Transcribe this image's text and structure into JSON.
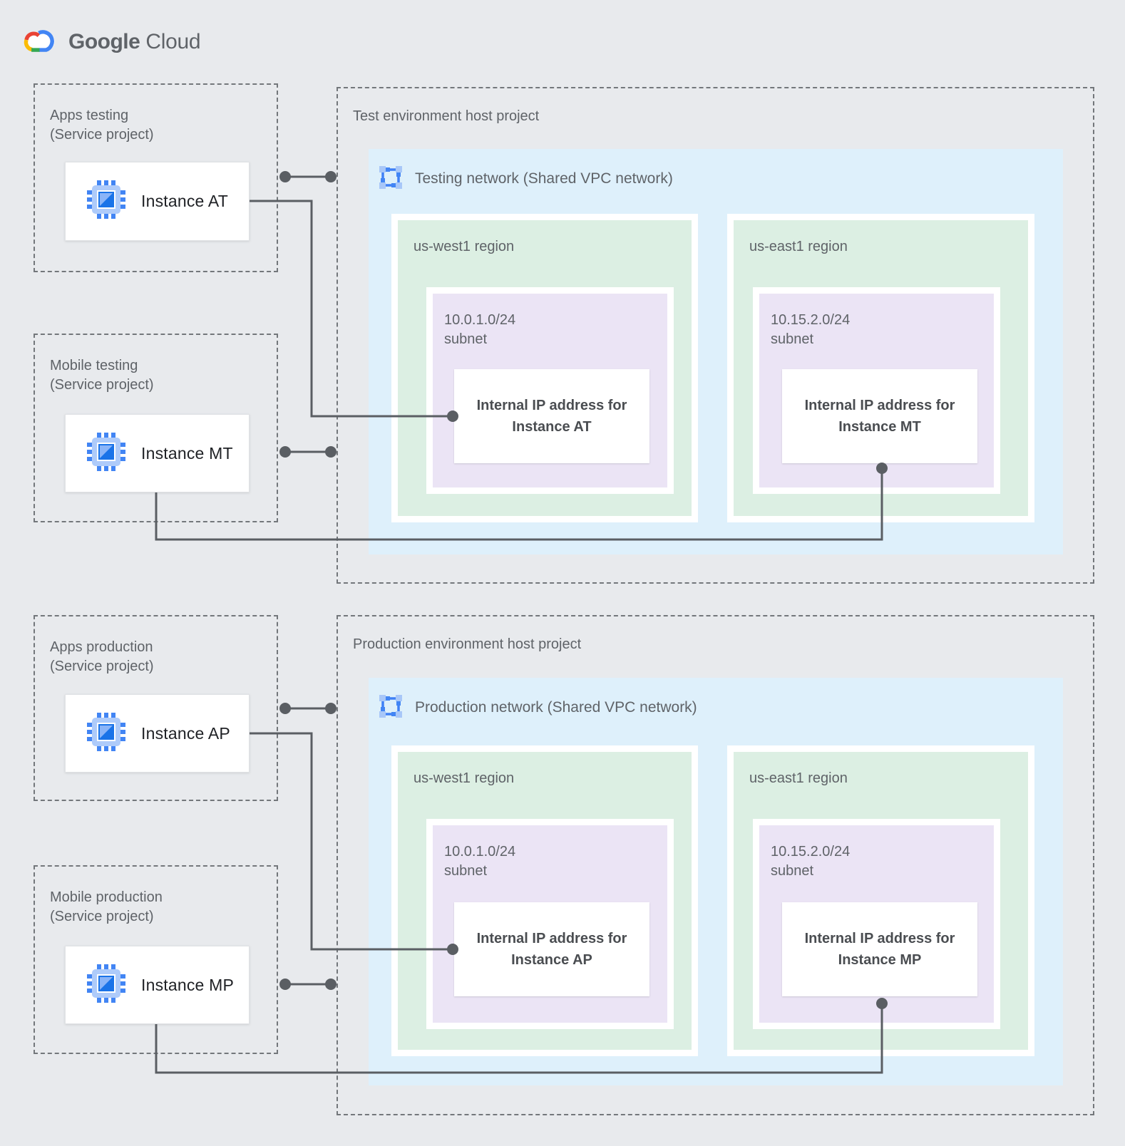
{
  "logo": {
    "google": "Google",
    "cloud": "Cloud"
  },
  "colors": {
    "background": "#e8eaed",
    "network_blue": "#def0fb",
    "region_green": "#dcefe3",
    "subnet_purple": "#ebe4f5",
    "connector_gray": "#5a5e63",
    "label_gray": "#5f6368",
    "instance_text": "#1f2125",
    "chip_blue": "#4285f4",
    "chip_light_blue": "#aecbfa"
  },
  "service_projects": [
    {
      "title": "Apps testing",
      "subtitle": "(Service project)",
      "instance_label": "Instance AT"
    },
    {
      "title": "Mobile testing",
      "subtitle": "(Service project)",
      "instance_label": "Instance MT"
    },
    {
      "title": "Apps production",
      "subtitle": "(Service project)",
      "instance_label": "Instance AP"
    },
    {
      "title": "Mobile production",
      "subtitle": "(Service project)",
      "instance_label": "Instance MP"
    }
  ],
  "host_projects": [
    {
      "title": "Test environment host project",
      "network_label": "Testing network (Shared VPC network)",
      "regions": [
        {
          "name": "us-west1 region",
          "cidr": "10.0.1.0/24",
          "cidr_label": "subnet",
          "ip_line1": "Internal IP address for",
          "ip_line2": "Instance AT"
        },
        {
          "name": "us-east1 region",
          "cidr": "10.15.2.0/24",
          "cidr_label": "subnet",
          "ip_line1": "Internal IP address for",
          "ip_line2": "Instance MT"
        }
      ]
    },
    {
      "title": "Production environment host project",
      "network_label": "Production network (Shared VPC network)",
      "regions": [
        {
          "name": "us-west1 region",
          "cidr": "10.0.1.0/24",
          "cidr_label": "subnet",
          "ip_line1": "Internal IP address for",
          "ip_line2": "Instance AP"
        },
        {
          "name": "us-east1 region",
          "cidr": "10.15.2.0/24",
          "cidr_label": "subnet",
          "ip_line1": "Internal IP address for",
          "ip_line2": "Instance MP"
        }
      ]
    }
  ]
}
